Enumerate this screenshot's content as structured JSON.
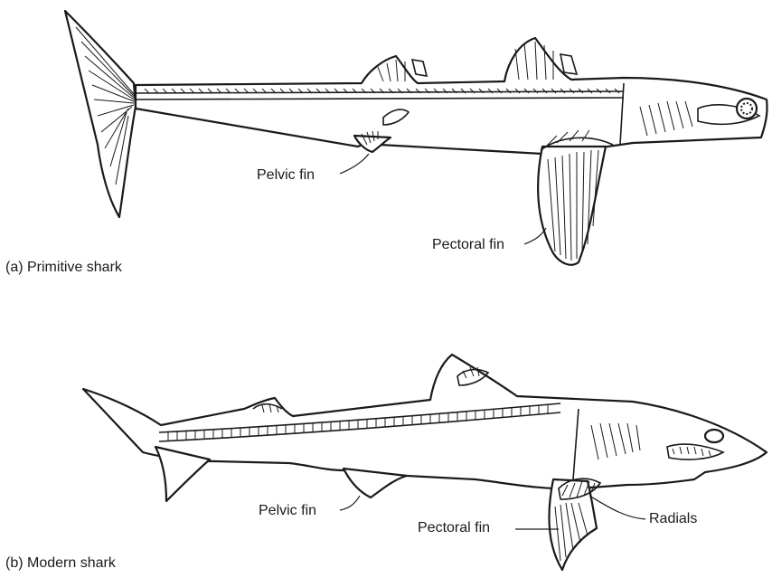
{
  "figure": {
    "panel_a": {
      "caption": "(a) Primitive shark",
      "labels": {
        "pelvic": "Pelvic fin",
        "pectoral": "Pectoral fin"
      }
    },
    "panel_b": {
      "caption": "(b) Modern shark",
      "labels": {
        "pelvic": "Pelvic fin",
        "pectoral": "Pectoral fin",
        "radials": "Radials"
      }
    }
  }
}
